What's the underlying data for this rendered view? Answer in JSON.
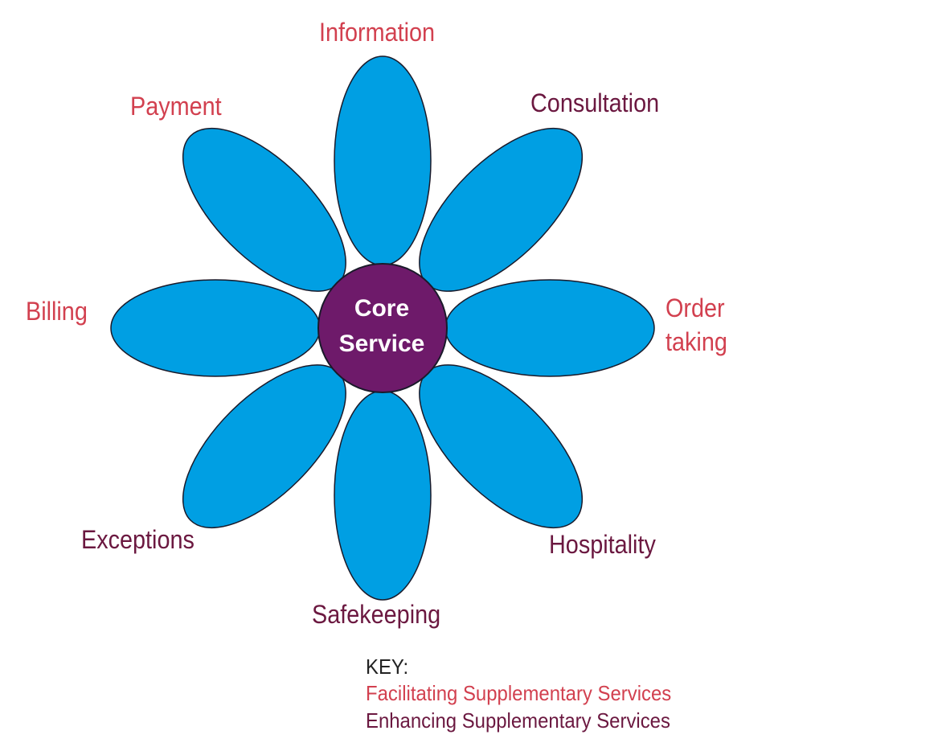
{
  "colors": {
    "petal": "#009fe3",
    "center": "#6e1a6a",
    "facilitating": "#d2404f",
    "enhancing": "#6b1840"
  },
  "center": {
    "line1": "Core",
    "line2": "Service"
  },
  "petals": [
    {
      "label": "Information",
      "type": "facilitating",
      "angle": -90
    },
    {
      "label": "Consultation",
      "type": "enhancing",
      "angle": -45
    },
    {
      "label": "Order taking",
      "line1": "Order",
      "line2": "taking",
      "type": "facilitating",
      "angle": 0
    },
    {
      "label": "Hospitality",
      "type": "enhancing",
      "angle": 45
    },
    {
      "label": "Safekeeping",
      "type": "enhancing",
      "angle": 90
    },
    {
      "label": "Exceptions",
      "type": "enhancing",
      "angle": 135
    },
    {
      "label": "Billing",
      "type": "facilitating",
      "angle": 180
    },
    {
      "label": "Payment",
      "type": "facilitating",
      "angle": -135
    }
  ],
  "key": {
    "title": "KEY:",
    "facilitating": "Facilitating Supplementary Services",
    "enhancing": "Enhancing Supplementary Services"
  }
}
